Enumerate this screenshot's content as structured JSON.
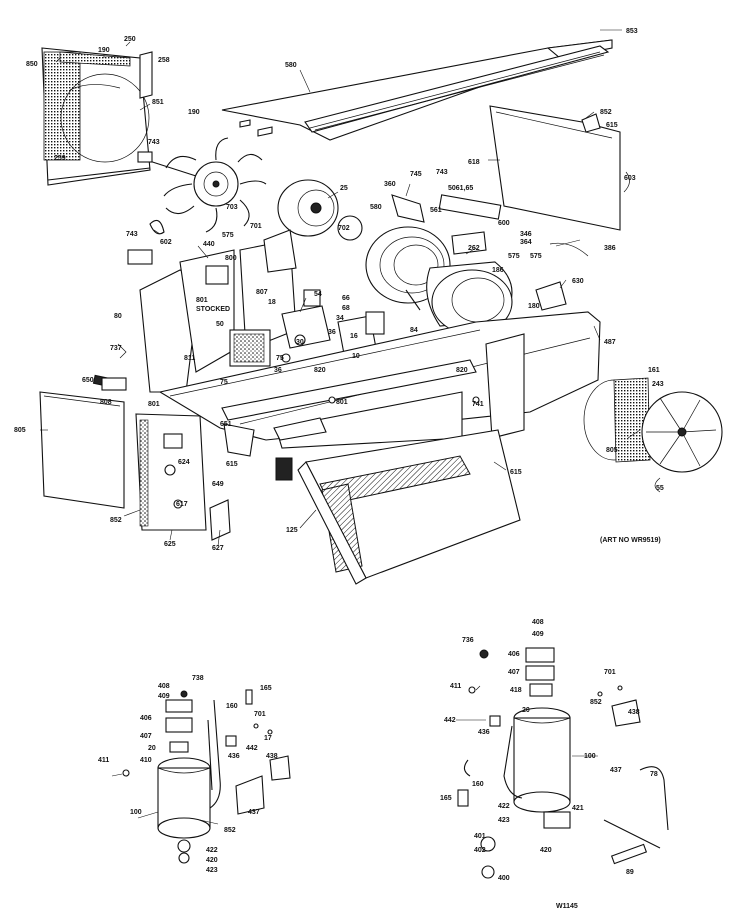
{
  "art_number": "(ART NO WR9519)",
  "footer_code": "W1145",
  "labels": {
    "l853": "853",
    "l580": "580",
    "l850": "850",
    "l190a": "190",
    "l250": "250",
    "l258": "258",
    "l851": "851",
    "l259": "259",
    "l190b": "190",
    "l743a": "743",
    "l852a": "852",
    "l615a": "615",
    "l618": "618",
    "l743b": "743",
    "l603": "603",
    "l506061": "5061,65",
    "l25": "25",
    "l703a": "703",
    "l702": "702",
    "l701": "701",
    "l360": "360",
    "l580b": "580",
    "l745": "745",
    "l561": "561",
    "l600": "600",
    "l346": "346",
    "l364": "364",
    "l386": "386",
    "l575a": "575",
    "l630": "630",
    "l743c": "743",
    "l602": "602",
    "l440": "440",
    "l575b": "575",
    "l800": "800",
    "l262": "262",
    "l575c": "575",
    "l186": "186",
    "l801": "801",
    "l801s": "STOCKED",
    "l807": "807",
    "l18": "18",
    "l50": "50",
    "l54": "54",
    "l66": "66",
    "l68": "68",
    "l30": "30",
    "l34": "34",
    "l36": "36",
    "l16": "16",
    "l84": "84",
    "l180": "180",
    "l80": "80",
    "l811": "811",
    "l737": "737",
    "l75a": "75",
    "l75b": "75",
    "l36b": "36",
    "l820": "820",
    "l10": "10",
    "l487": "487",
    "l161": "161",
    "l243": "243",
    "l650": "650",
    "l801b": "801",
    "l805": "805",
    "l808": "808",
    "l801c": "801",
    "l651": "651",
    "l820b": "820",
    "l741": "741",
    "l624": "624",
    "l615b": "615",
    "l649": "649",
    "l617": "617",
    "l852b": "852",
    "l125": "125",
    "l615c": "615",
    "l625": "625",
    "l627": "627",
    "l805b": "805",
    "l55": "55",
    "bl408": "408",
    "bl409": "409",
    "bl738": "738",
    "bl165": "165",
    "bl406": "406",
    "bl160": "160",
    "bl407": "407",
    "bl701": "701",
    "bl20": "20",
    "bl17": "17",
    "bl442": "442",
    "bl436": "436",
    "bl410": "410",
    "bl438": "438",
    "bl411": "411",
    "bl437": "437",
    "bl100": "100",
    "bl852": "852",
    "bl422": "422",
    "bl420": "420",
    "bl423": "423",
    "br408": "408",
    "br409": "409",
    "br736": "736",
    "br406": "406",
    "br407": "407",
    "br701": "701",
    "br411": "411",
    "br418": "418",
    "br20": "20",
    "br442": "442",
    "br852": "852",
    "br438": "438",
    "br436": "436",
    "br100": "100",
    "br437": "437",
    "br160": "160",
    "br165": "165",
    "br422": "422",
    "br421": "421",
    "br78": "78",
    "br423": "423",
    "br401": "401",
    "br420": "420",
    "br402": "402",
    "br400": "400",
    "br89": "89"
  }
}
